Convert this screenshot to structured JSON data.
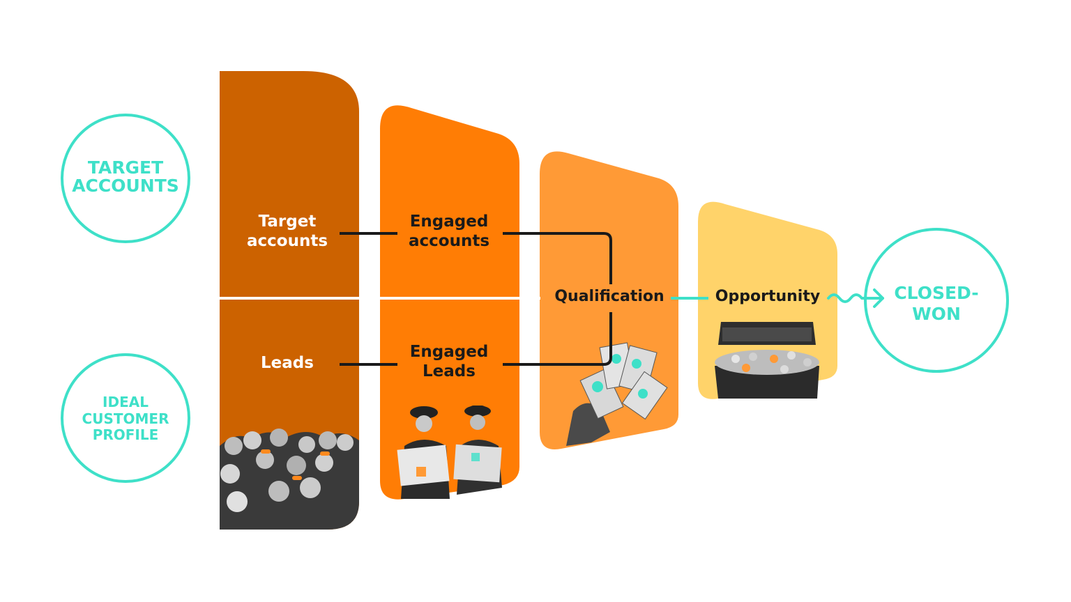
{
  "colors": {
    "stage1": "#cc6200",
    "stage2": "#ff7d05",
    "stage3": "#ff9a36",
    "stage4": "#ffd36a",
    "accent": "#3ee0c8",
    "connector": "#1a1a1a",
    "divider": "#ffffff"
  },
  "inputs": {
    "target_accounts": [
      "TARGET",
      "ACCOUNTS"
    ],
    "ideal_customer_profile": [
      "IDEAL",
      "CUSTOMER",
      "PROFILE"
    ]
  },
  "stages": {
    "target_accounts": [
      "Target",
      "accounts"
    ],
    "leads": "Leads",
    "engaged_accounts": [
      "Engaged",
      "accounts"
    ],
    "engaged_leads": [
      "Engaged",
      "Leads"
    ],
    "qualification": "Qualification",
    "opportunity": "Opportunity"
  },
  "outcome": {
    "closed_won": [
      "CLOSED-",
      "WON"
    ]
  },
  "illustrations": {
    "crowd": "vintage-crowd-photo",
    "newspaper_men": "men-reading-newspapers-photo",
    "money": "hand-holding-cash-photo",
    "treasure": "treasure-chest-photo"
  }
}
